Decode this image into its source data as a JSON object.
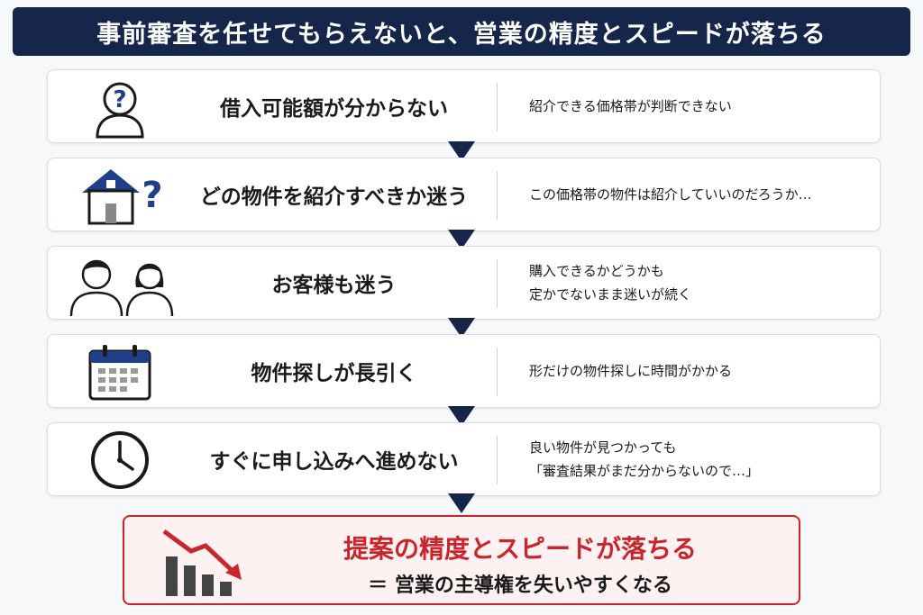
{
  "header": {
    "title": "事前審査を任せてもらえないと、営業の精度とスピードが落ちる"
  },
  "steps": [
    {
      "icon": "question-person-icon",
      "label": "借入可能額が分からない",
      "desc": [
        "紹介できる価格帯が判断できない"
      ]
    },
    {
      "icon": "house-question-icon",
      "label": "どの物件を紹介すべきか迷う",
      "desc": [
        "この価格帯の物件は紹介していいのだろうか…"
      ]
    },
    {
      "icon": "worried-couple-icon",
      "label": "お客様も迷う",
      "desc": [
        "購入できるかどうかも",
        "定かでないまま迷いが続く"
      ]
    },
    {
      "icon": "calendar-icon",
      "label": "物件探しが長引く",
      "desc": [
        "形だけの物件探しに時間がかかる"
      ]
    },
    {
      "icon": "clock-icon",
      "label": "すぐに申し込みへ進めない",
      "desc": [
        "良い物件が見つかっても",
        "「審査結果がまだ分からないので…」"
      ]
    }
  ],
  "result": {
    "icon": "declining-chart-icon",
    "title": "提案の精度とスピードが落ちる",
    "subtitle": "＝ 営業の主導権を失いやすくなる"
  },
  "colors": {
    "navy": "#16264a",
    "accent_red": "#c8262c",
    "icon_blue": "#1f3f8a"
  }
}
